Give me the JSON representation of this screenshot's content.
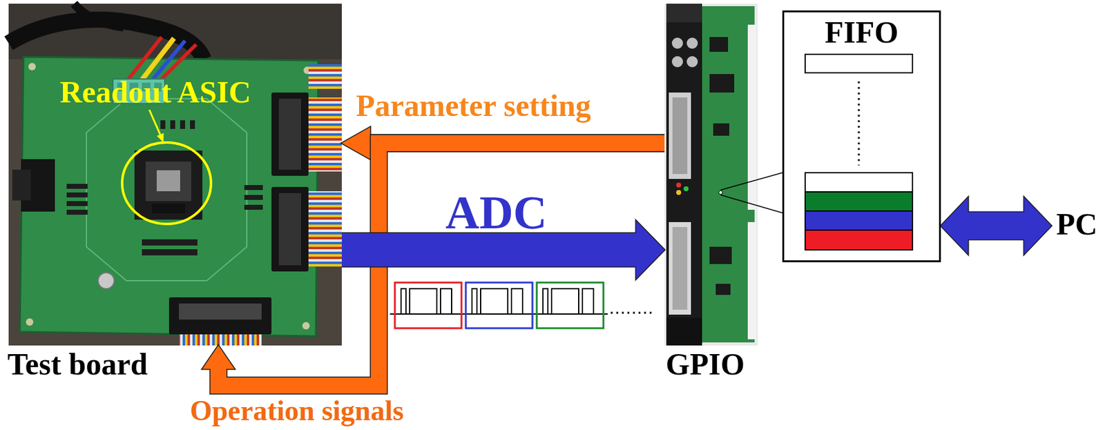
{
  "diagram": {
    "nodes": [
      {
        "text": [
          "Test board"
        ]
      },
      {
        "text": [
          "GPIO"
        ]
      },
      {
        "text": [
          "FIFO"
        ]
      },
      {
        "text": [
          "PC"
        ]
      }
    ],
    "edges": [
      {
        "from": 1,
        "to": 0,
        "label": "Parameter setting",
        "arrow": "to"
      },
      {
        "from": 1,
        "to": 0,
        "label": "Operation signals",
        "arrow": "to"
      },
      {
        "from": 0,
        "to": 1,
        "label": "ADC",
        "arrow": "to"
      },
      {
        "from": 2,
        "to": 3,
        "arrow": "both"
      }
    ],
    "labels": [
      "Readout ASIC"
    ]
  }
}
